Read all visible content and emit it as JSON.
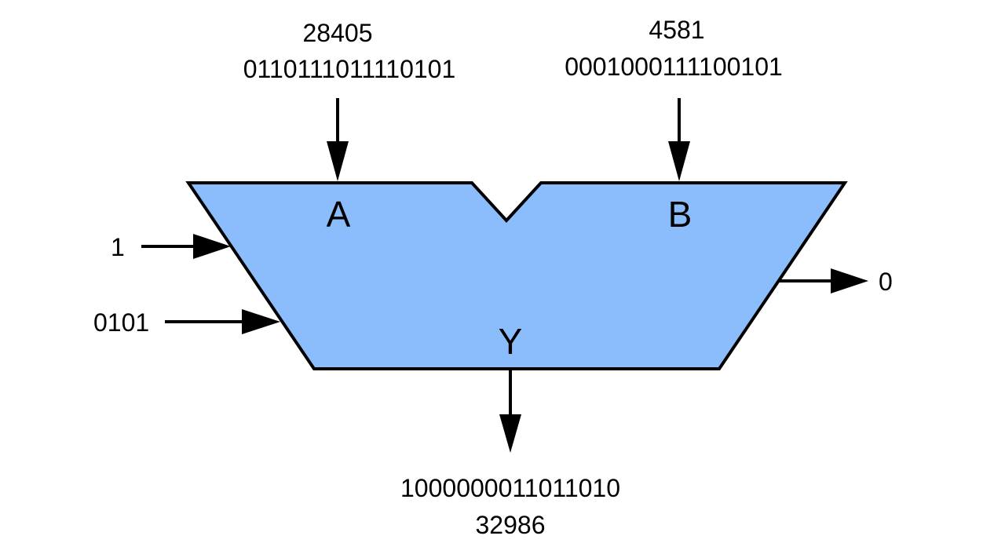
{
  "colors": {
    "alu_fill": "#8bbdfc",
    "stroke": "#000000",
    "background": "#ffffff"
  },
  "alu": {
    "port_a_label": "A",
    "port_b_label": "B",
    "output_label": "Y"
  },
  "input_a": {
    "decimal": "28405",
    "binary": "0110111011110101"
  },
  "input_b": {
    "decimal": "4581",
    "binary": "0001000111100101"
  },
  "carry_in": {
    "value": "1"
  },
  "opcode": {
    "value": "0101"
  },
  "flag_out": {
    "value": "0"
  },
  "output_y": {
    "binary": "1000000011011010",
    "decimal": "32986"
  }
}
